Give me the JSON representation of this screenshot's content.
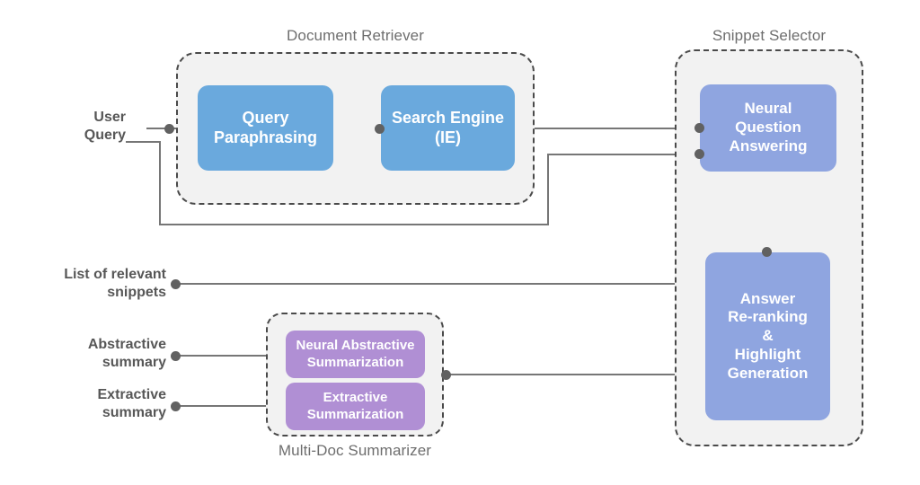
{
  "diagram": {
    "title": "QA system architecture flow diagram",
    "colors": {
      "blue": "#6aa9dd",
      "periwinkle": "#8fa5e0",
      "purple": "#b08fd4",
      "group_fill": "#f2f2f2",
      "group_border": "#4a4a4a",
      "edge": "#767676",
      "dot": "#616161",
      "label_text": "#575757",
      "caption_text": "#6e6e6e"
    },
    "groups": [
      {
        "id": "document-retriever",
        "caption": "Document Retriever",
        "caption_position": "top"
      },
      {
        "id": "snippet-selector",
        "caption": "Snippet Selector",
        "caption_position": "top"
      },
      {
        "id": "multi-doc-summarizer",
        "caption": "Multi-Doc Summarizer",
        "caption_position": "bottom"
      }
    ],
    "nodes": [
      {
        "id": "query-paraphrasing",
        "label": "Query\nParaphrasing",
        "group": "document-retriever",
        "color": "blue"
      },
      {
        "id": "search-engine",
        "label": "Search Engine\n(IE)",
        "group": "document-retriever",
        "color": "blue"
      },
      {
        "id": "neural-question-answering",
        "label": "Neural\nQuestion\nAnswering",
        "group": "snippet-selector",
        "color": "periwinkle"
      },
      {
        "id": "answer-reranking",
        "label": "Answer\nRe-ranking\n&\nHighlight\nGeneration",
        "group": "snippet-selector",
        "color": "periwinkle"
      },
      {
        "id": "neural-abstractive-summarization",
        "label": "Neural Abstractive\nSummarization",
        "group": "multi-doc-summarizer",
        "color": "purple"
      },
      {
        "id": "extractive-summarization",
        "label": "Extractive\nSummarization",
        "group": "multi-doc-summarizer",
        "color": "purple"
      }
    ],
    "io_labels": [
      {
        "id": "user-query",
        "label": "User\nQuery"
      },
      {
        "id": "list-of-relevant-snippets",
        "label": "List of relevant\nsnippets"
      },
      {
        "id": "abstractive-summary",
        "label": "Abstractive\nsummary"
      },
      {
        "id": "extractive-summary",
        "label": "Extractive\nsummary"
      }
    ],
    "connections": [
      {
        "from": "user-query",
        "to": "query-paraphrasing"
      },
      {
        "from": "query-paraphrasing",
        "to": "search-engine"
      },
      {
        "from": "search-engine",
        "to": "neural-question-answering"
      },
      {
        "from": "user-query",
        "to": "neural-question-answering"
      },
      {
        "from": "neural-question-answering",
        "to": "answer-reranking"
      },
      {
        "from": "answer-reranking",
        "to": "list-of-relevant-snippets"
      },
      {
        "from": "answer-reranking",
        "to": "multi-doc-summarizer"
      },
      {
        "from": "neural-abstractive-summarization",
        "to": "abstractive-summary"
      },
      {
        "from": "extractive-summarization",
        "to": "extractive-summary"
      }
    ]
  }
}
